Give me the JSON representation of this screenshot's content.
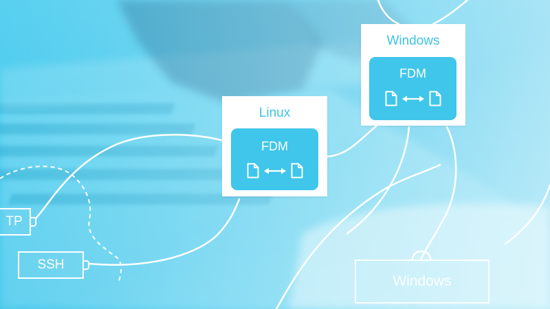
{
  "colors": {
    "background": "#3cc6ea",
    "card": "#ffffff",
    "title_text": "#3ec3e6",
    "fdm_box": "#3fc6ea",
    "lines": "#ffffff"
  },
  "nodes": {
    "linux": {
      "os_label": "Linux",
      "app_label": "FDM",
      "icon": "file-sync-icon"
    },
    "windows_top": {
      "os_label": "Windows",
      "app_label": "FDM",
      "icon": "file-sync-icon"
    },
    "windows_bottom": {
      "label": "Windows"
    }
  },
  "protocols": [
    {
      "label": "TP"
    },
    {
      "label": "SSH"
    }
  ]
}
